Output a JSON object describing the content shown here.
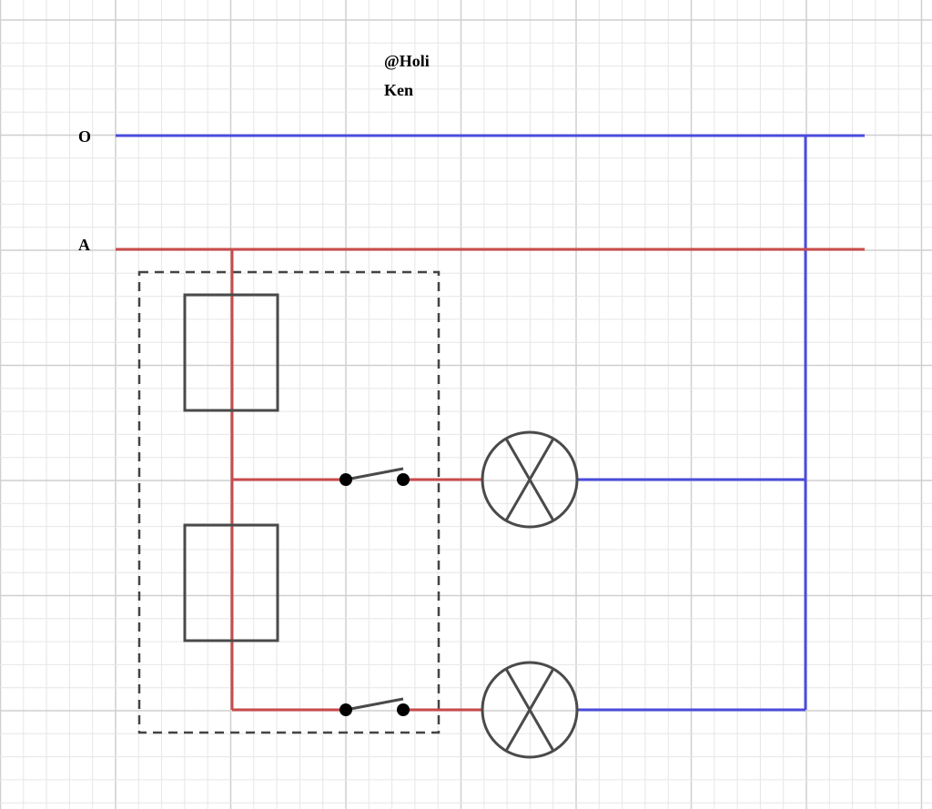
{
  "author": {
    "line1": "@Holi",
    "line2": "Ken"
  },
  "lines": {
    "neutral_label": "O",
    "phase_label": "A"
  },
  "colors": {
    "neutral": "#4b4bdc",
    "phase": "#c84b4b",
    "component": "#4a4a4a",
    "grid_minor": "#e6e6e6",
    "grid_major": "#cfcfcf",
    "dashed_box": "#444444"
  },
  "components": {
    "boxes": 2,
    "switches": 2,
    "lamps": 2
  }
}
